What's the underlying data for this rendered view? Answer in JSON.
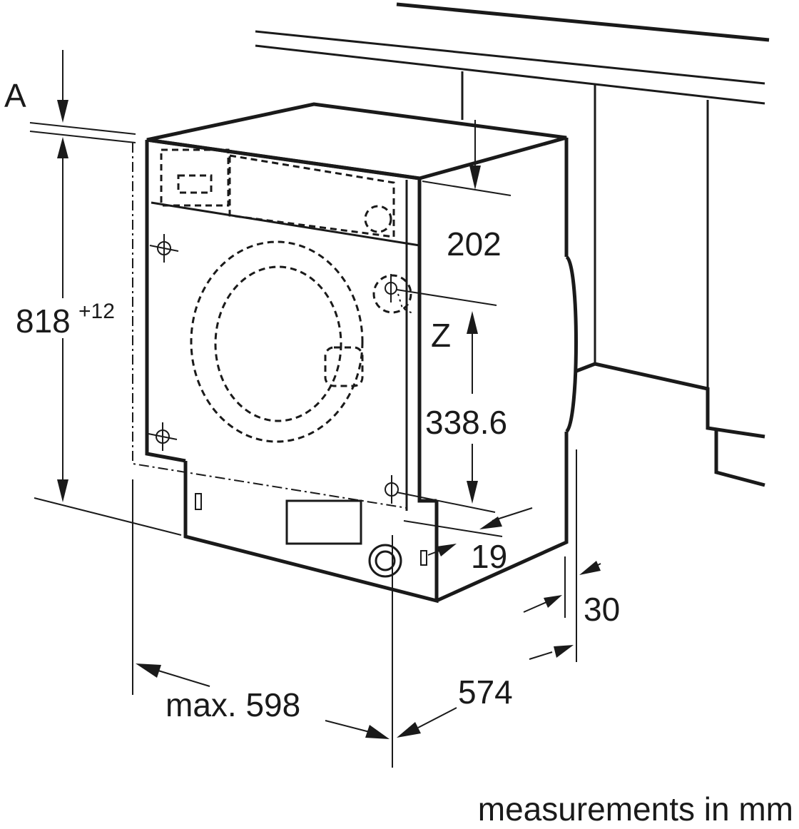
{
  "labels": {
    "ref_a": "A",
    "height": "818",
    "height_tolerance": "+12",
    "top_depth": "202",
    "hinge_height": "338.6",
    "hinge_ref": "Z",
    "offset_19": "19",
    "offset_30": "30",
    "width": "max. 598",
    "depth": "574",
    "footer": "measurements in mm"
  },
  "colors": {
    "line": "#1a1a1a",
    "background": "#ffffff"
  }
}
